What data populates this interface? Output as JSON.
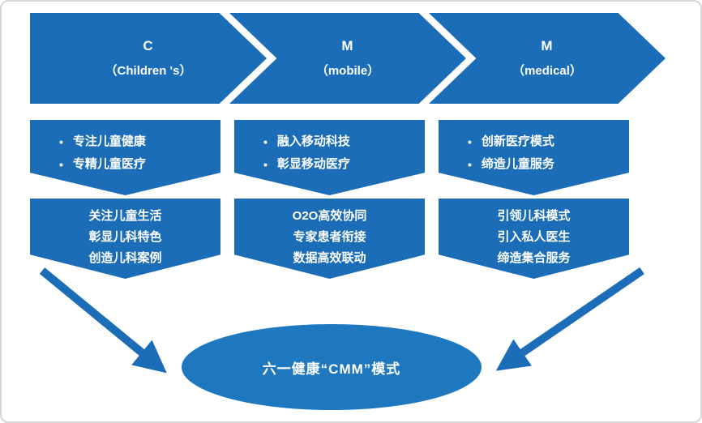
{
  "colors": {
    "primary": "#1B6DB7",
    "ellipse": "#1E78C0",
    "background": "#FFFFFF",
    "text": "#FFFFFF"
  },
  "chevrons": [
    {
      "letter": "C",
      "sub": "（Children 's）"
    },
    {
      "letter": "M",
      "sub": "（mobile）"
    },
    {
      "letter": "M",
      "sub": "（medical）"
    }
  ],
  "columns": [
    {
      "box1": [
        "专注儿童健康",
        "专精儿童医疗"
      ],
      "box2": [
        "关注儿童生活",
        "彰显儿科特色",
        "创造儿科案例"
      ]
    },
    {
      "box1": [
        "融入移动科技",
        "彰显移动医疗"
      ],
      "box2": [
        "O2O高效协同",
        "专家患者衔接",
        "数据高效联动"
      ]
    },
    {
      "box1": [
        "创新医疗模式",
        "缔造儿童服务"
      ],
      "box2": [
        "引领儿科模式",
        "引入私人医生",
        "缔造集合服务"
      ]
    }
  ],
  "conclusion": {
    "label": "六一健康“CMM”模式"
  }
}
